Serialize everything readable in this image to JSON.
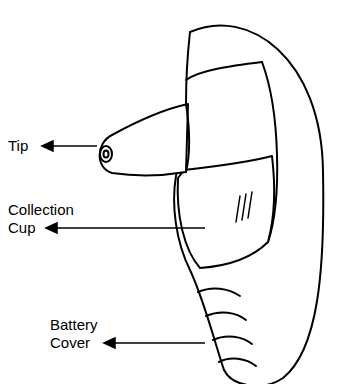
{
  "diagram": {
    "labels": [
      "Tip",
      "Collection Cup",
      "Battery Cover"
    ]
  }
}
